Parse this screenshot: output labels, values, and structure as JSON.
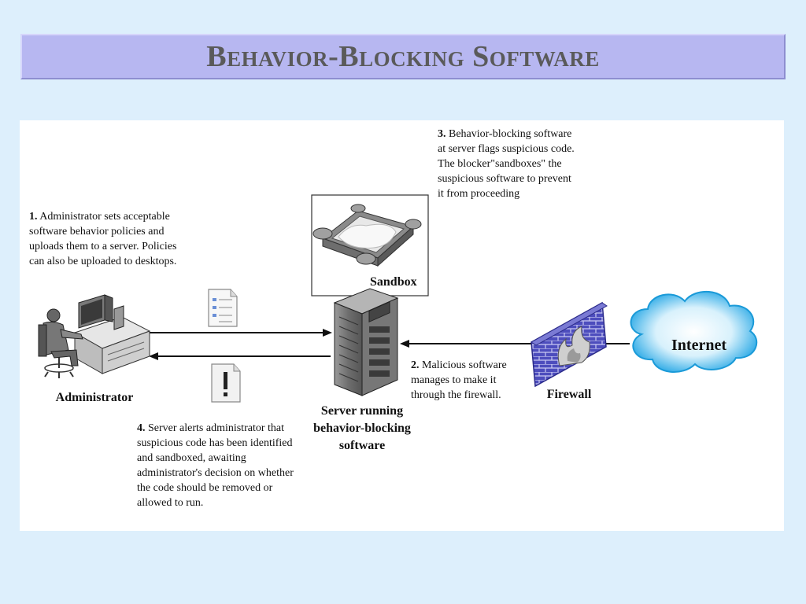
{
  "title": "Behavior-Blocking Software",
  "steps": {
    "step1": {
      "num": "1.",
      "text": "Administrator sets acceptable software behavior policies and uploads them to a server. Policies can also be uploaded to desktops."
    },
    "step2": {
      "num": "2.",
      "text": "Malicious software manages to make it through the firewall."
    },
    "step3": {
      "num": "3.",
      "text": "Behavior-blocking software at server flags suspicious code. The blocker\"sandboxes\" the suspicious software to prevent it from proceeding"
    },
    "step4": {
      "num": "4.",
      "text": "Server alerts administrator that suspicious code has been identified and sandboxed, awaiting administrator's decision on whether the code should be removed or allowed to run."
    }
  },
  "labels": {
    "administrator": "Administrator",
    "sandbox": "Sandbox",
    "server": "Server running behavior-blocking software",
    "firewall": "Firewall",
    "internet": "Internet"
  },
  "colors": {
    "background": "#ddeffc",
    "title_bar": "#b7b7f1",
    "title_text": "#5a5a5a",
    "firewall": "#4a4ab8",
    "internet_cloud": "#2aa9e6"
  },
  "icons": [
    "administrator-workstation-icon",
    "policy-document-icon",
    "alert-document-icon",
    "sandbox-icon",
    "server-tower-icon",
    "firewall-icon",
    "internet-cloud-icon"
  ]
}
